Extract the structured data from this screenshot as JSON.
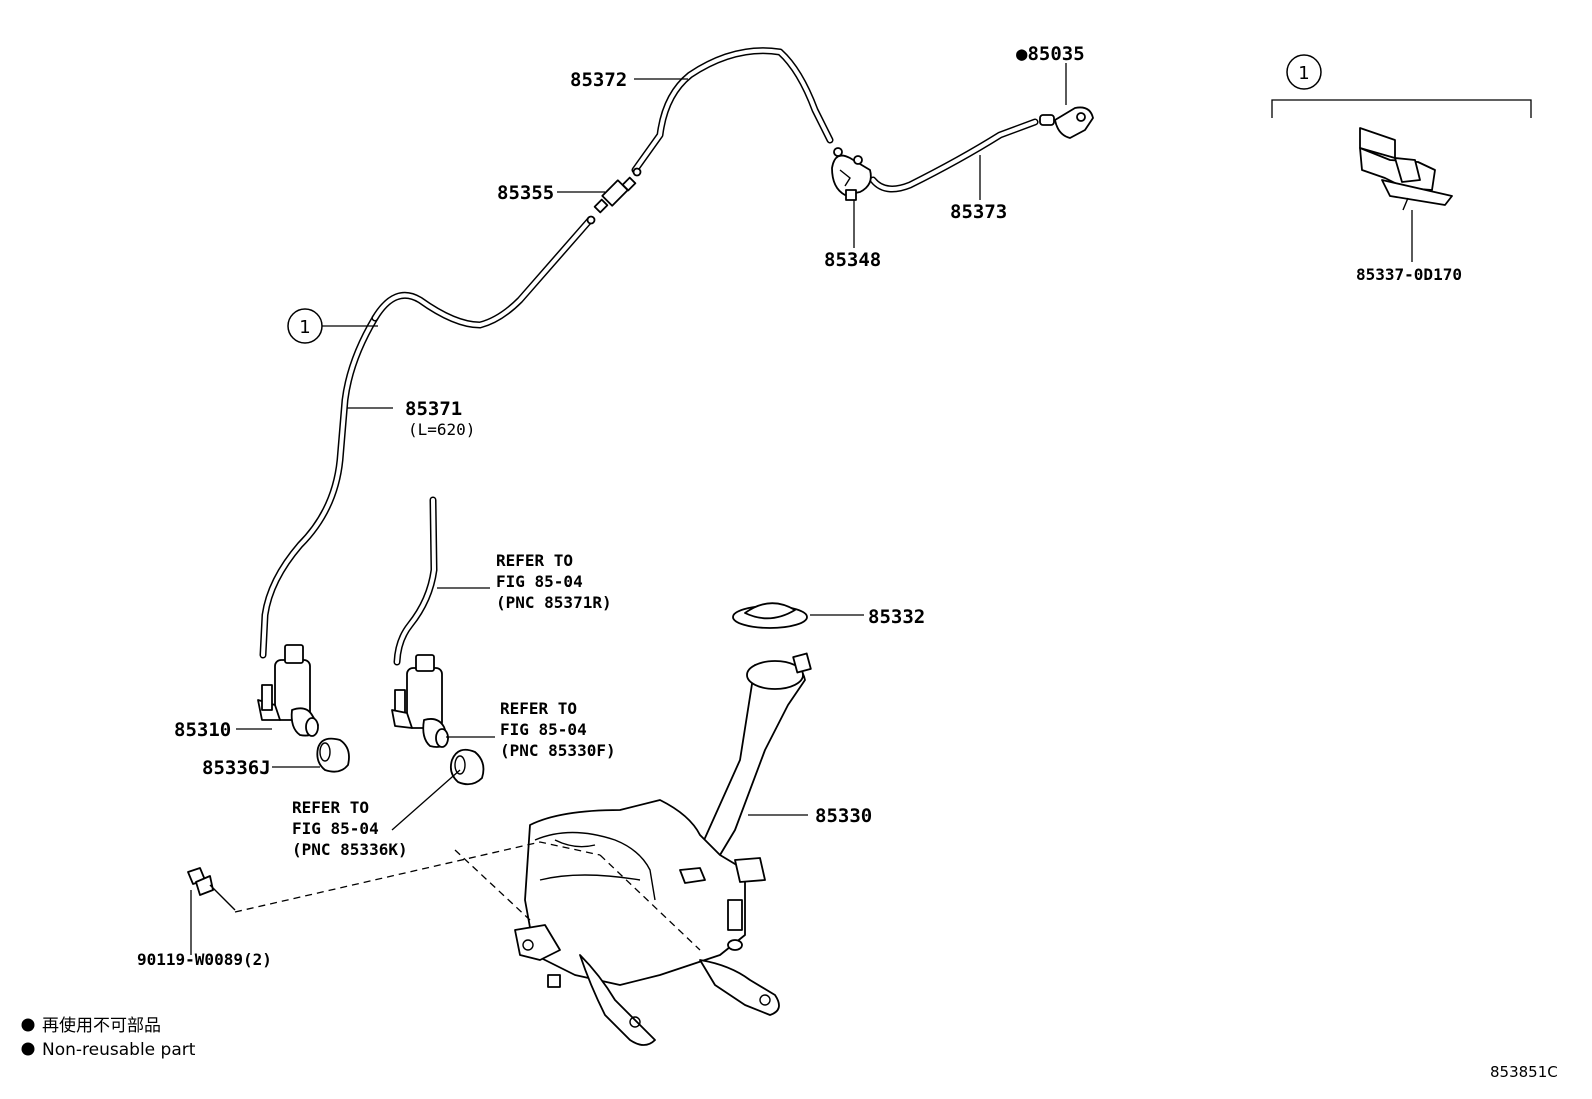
{
  "diagram": {
    "part_labels": {
      "p85372": "85372",
      "p85035": "●85035",
      "p85355": "85355",
      "p85348": "85348",
      "p85373": "85373",
      "p85371": "85371",
      "p85371_len": "(L=620)",
      "p85332": "85332",
      "p85310": "85310",
      "p85336j": "85336J",
      "p85330": "85330",
      "p90119": "90119-W0089(2)",
      "p85337": "85337-0D170"
    },
    "callout_marker": "1",
    "references": {
      "ref_a": [
        "REFER TO",
        "FIG 85-04",
        "(PNC 85371R)"
      ],
      "ref_b": [
        "REFER TO",
        "FIG 85-04",
        "(PNC 85330F)"
      ],
      "ref_c": [
        "REFER TO",
        "FIG 85-04",
        "(PNC 85336K)"
      ]
    },
    "legend": {
      "line_jp": "再使用不可部品",
      "line_en": "Non-reusable part"
    },
    "figure_code": "853851C"
  }
}
